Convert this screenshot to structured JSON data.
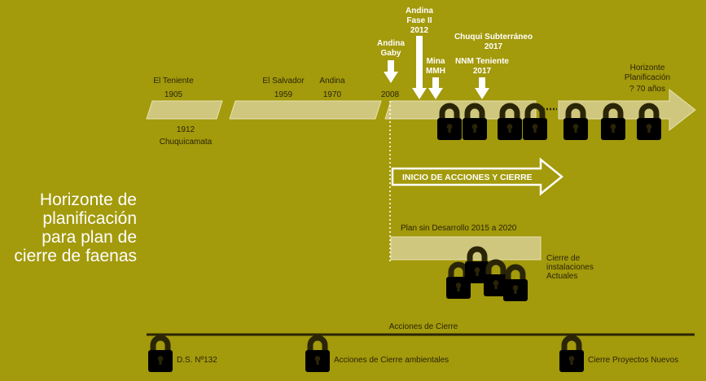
{
  "title_lines": [
    "Horizonte de",
    "planificación",
    "para plan de",
    "cierre de faenas"
  ],
  "milestones_below": {
    "el_teniente": "El Teniente",
    "el_teniente_year": "1905",
    "el_salvador": "El Salvador",
    "el_salvador_year": "1959",
    "andina": "Andina",
    "andina_year": "1970",
    "year_2008": "2008",
    "chuqui_year": "1912",
    "chuqui": "Chuquicamata"
  },
  "milestones_above": {
    "andina_gaby": [
      "Andina",
      "Gaby"
    ],
    "andina_fase2": [
      "Andina",
      "Fase II",
      "2012"
    ],
    "mina_mmh": [
      "Mina",
      "MMH"
    ],
    "chuqui_sub": [
      "Chuqui Subterráneo",
      "2017"
    ],
    "nnm_teniente": [
      "NNM Teniente",
      "2017"
    ],
    "horizonte": [
      "Horizonte",
      "Planificación",
      "? 70 años"
    ]
  },
  "inicio_label": "INICIO DE ACCIONES Y CIERRE",
  "plan_label": "Plan sin Desarrollo 2015 a 2020",
  "cierre_label": [
    "Cierre de",
    "instalaciones",
    "Actuales"
  ],
  "acciones_label": "Acciones de Cierre",
  "legend": [
    {
      "label": "D.S. Nº132",
      "color": "#d4670c",
      "icon": "orange-padlock-icon"
    },
    {
      "label": "Acciones de Cierre ambientales",
      "color": "#ffffff",
      "icon": "white-padlock-icon"
    },
    {
      "label": "Cierre Proyectos Nuevos",
      "color": "#8a8a8a",
      "icon": "gray-padlock-icon"
    }
  ],
  "colors": {
    "background": "#a39a0c",
    "bar_fill": "#cfc77e",
    "orange": "#d4670c",
    "white": "#ffffff",
    "gray": "#8a8a8a",
    "dark": "#2b2507"
  }
}
